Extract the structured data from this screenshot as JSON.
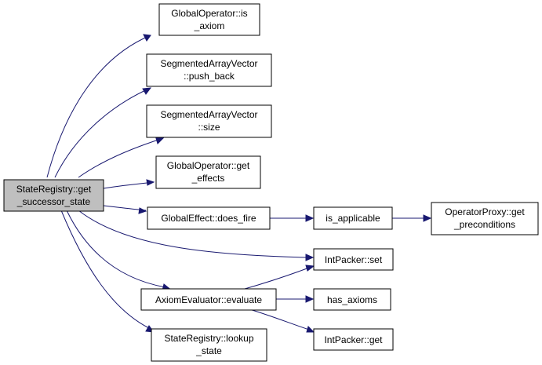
{
  "graph": {
    "root": {
      "line1": "StateRegistry::get",
      "line2": "_successor_state"
    },
    "nodes": {
      "is_axiom": {
        "line1": "GlobalOperator::is",
        "line2": "_axiom"
      },
      "push_back": {
        "line1": "SegmentedArrayVector",
        "line2": "::push_back"
      },
      "size": {
        "line1": "SegmentedArrayVector",
        "line2": "::size"
      },
      "get_effects": {
        "line1": "GlobalOperator::get",
        "line2": "_effects"
      },
      "does_fire": {
        "line1": "GlobalEffect::does_fire"
      },
      "is_applicable": {
        "line1": "is_applicable"
      },
      "get_preconditions": {
        "line1": "OperatorProxy::get",
        "line2": "_preconditions"
      },
      "intpacker_set": {
        "line1": "IntPacker::set"
      },
      "evaluate": {
        "line1": "AxiomEvaluator::evaluate"
      },
      "has_axioms": {
        "line1": "has_axioms"
      },
      "intpacker_get": {
        "line1": "IntPacker::get"
      },
      "lookup_state": {
        "line1": "StateRegistry::lookup",
        "line2": "_state"
      }
    }
  }
}
